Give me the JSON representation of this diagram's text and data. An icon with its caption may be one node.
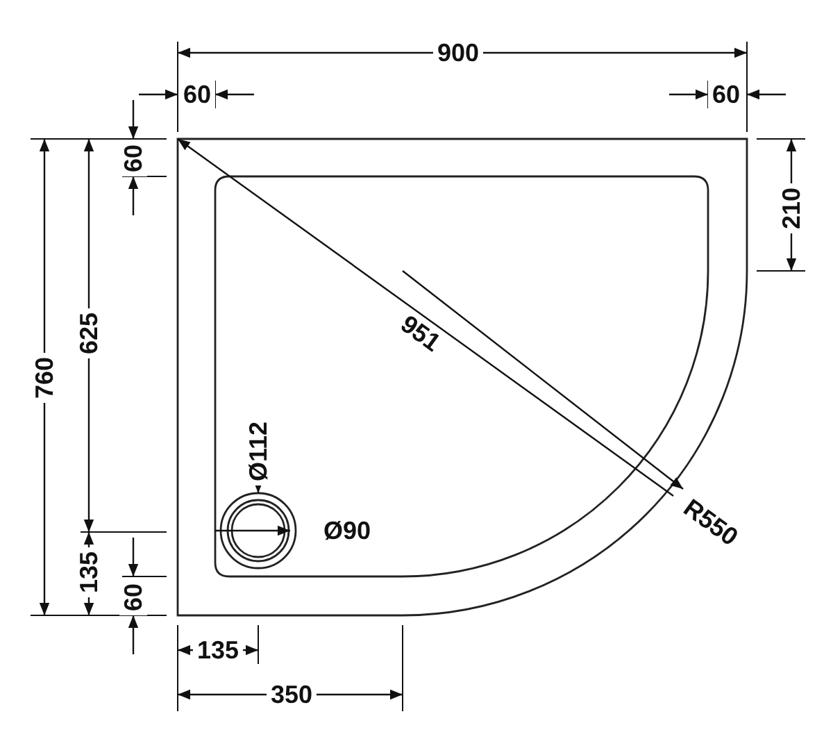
{
  "diagram": {
    "labels": [
      "900",
      "60",
      "60",
      "60",
      "210",
      "951",
      "760",
      "625",
      "Ø112",
      "Ø90",
      "R550",
      "135",
      "60",
      "135",
      "350"
    ]
  }
}
